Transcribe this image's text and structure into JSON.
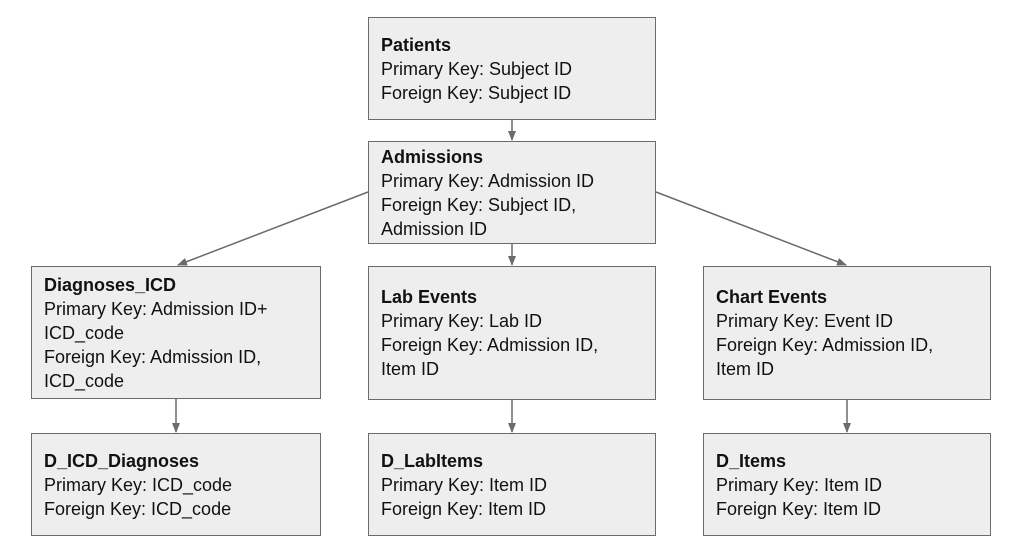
{
  "colors": {
    "box_fill": "#eeeeee",
    "box_border": "#6b6b6b",
    "edge": "#6b6b6b"
  },
  "tables": {
    "patients": {
      "title": "Patients",
      "lines": [
        "Primary Key: Subject ID",
        "Foreign Key: Subject ID"
      ]
    },
    "admissions": {
      "title": "Admissions",
      "lines": [
        "Primary Key: Admission ID",
        "Foreign Key: Subject ID,",
        "Admission ID"
      ]
    },
    "diagnoses": {
      "title": "Diagnoses_ICD",
      "lines": [
        "Primary Key: Admission ID+",
        "ICD_code",
        "Foreign Key: Admission ID,",
        "ICD_code"
      ]
    },
    "labevents": {
      "title": "Lab Events",
      "lines": [
        "Primary Key: Lab ID",
        "Foreign Key: Admission ID,",
        "Item ID"
      ]
    },
    "chartevents": {
      "title": "Chart Events",
      "lines": [
        "Primary Key: Event ID",
        "Foreign Key: Admission ID,",
        "Item ID"
      ]
    },
    "dicd": {
      "title": "D_ICD_Diagnoses",
      "lines": [
        "Primary Key: ICD_code",
        "Foreign Key: ICD_code"
      ]
    },
    "dlabitems": {
      "title": "D_LabItems",
      "lines": [
        "Primary Key: Item ID",
        "Foreign Key: Item ID"
      ]
    },
    "ditems": {
      "title": "D_Items",
      "lines": [
        "Primary Key: Item ID",
        "Foreign Key: Item ID"
      ]
    }
  },
  "edges": [
    {
      "from": "patients",
      "to": "admissions"
    },
    {
      "from": "admissions",
      "to": "diagnoses"
    },
    {
      "from": "admissions",
      "to": "labevents"
    },
    {
      "from": "admissions",
      "to": "chartevents"
    },
    {
      "from": "diagnoses",
      "to": "dicd"
    },
    {
      "from": "labevents",
      "to": "dlabitems"
    },
    {
      "from": "chartevents",
      "to": "ditems"
    }
  ]
}
